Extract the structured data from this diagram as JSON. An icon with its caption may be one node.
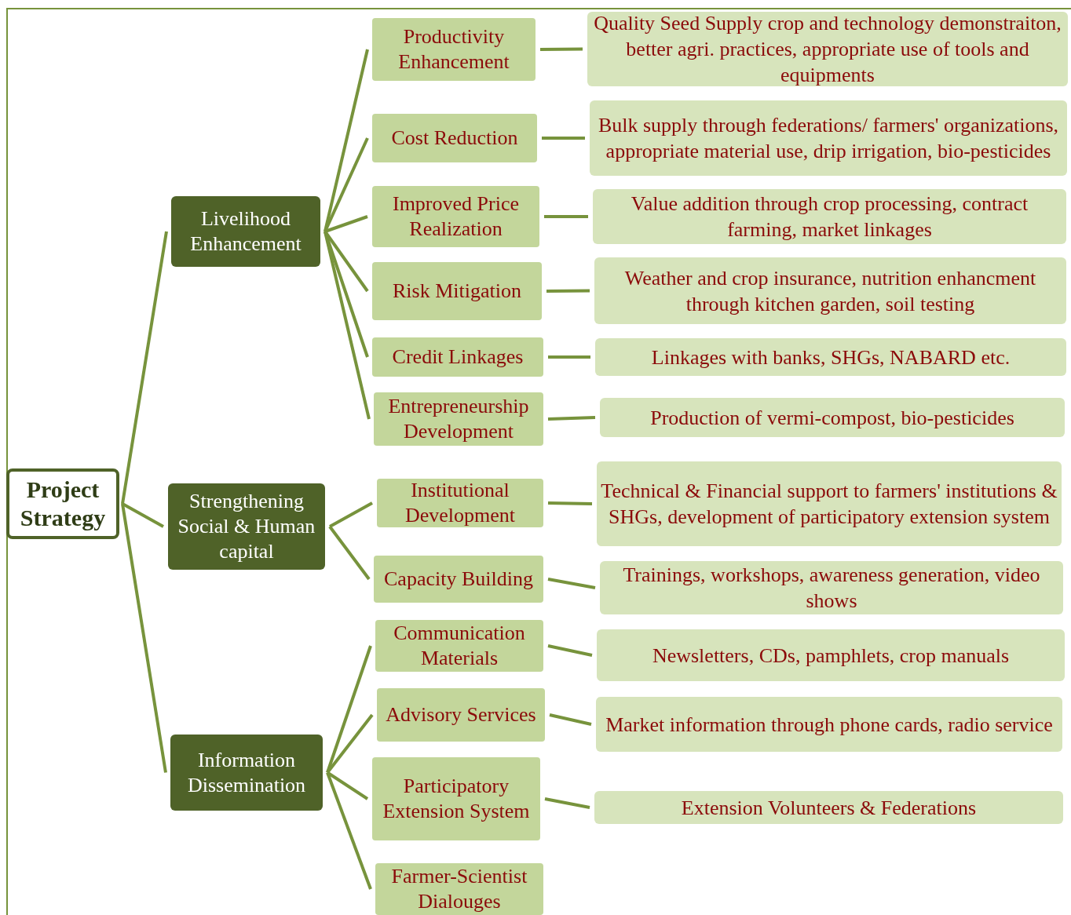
{
  "diagram": {
    "nodes": [
      {
        "text": [
          "Project Strategy"
        ]
      },
      {
        "text": [
          "Livelihood Enhancement"
        ]
      },
      {
        "text": [
          "Strengthening Social & Human capital"
        ]
      },
      {
        "text": [
          "Information Dissemination"
        ]
      },
      {
        "text": [
          "Productivity Enhancement"
        ]
      },
      {
        "text": [
          "Quality Seed Supply  crop and technology demonstraiton, better agri. practices, appropriate use of tools and equipments"
        ]
      },
      {
        "text": [
          "Cost Reduction"
        ]
      },
      {
        "text": [
          "Bulk supply through federations/ farmers' organizations, appropriate material use, drip irrigation, bio-pesticides"
        ]
      },
      {
        "text": [
          "Improved Price Realization"
        ]
      },
      {
        "text": [
          "Value addition through crop processing, contract farming, market linkages"
        ]
      },
      {
        "text": [
          "Risk Mitigation"
        ]
      },
      {
        "text": [
          "Weather and crop insurance, nutrition enhancment through kitchen garden, soil testing"
        ]
      },
      {
        "text": [
          "Credit Linkages"
        ]
      },
      {
        "text": [
          "Linkages with banks, SHGs, NABARD  etc."
        ]
      },
      {
        "text": [
          "Entrepreneurship Development"
        ]
      },
      {
        "text": [
          "Production of vermi-compost, bio-pesticides"
        ]
      },
      {
        "text": [
          "Institutional Development"
        ]
      },
      {
        "text": [
          "Technical & Financial support to farmers' institutions & SHGs, development of participatory extension system"
        ]
      },
      {
        "text": [
          "Capacity Building"
        ]
      },
      {
        "text": [
          "Trainings, workshops, awareness generation, video shows"
        ]
      },
      {
        "text": [
          "Communication Materials"
        ]
      },
      {
        "text": [
          "Newsletters, CDs, pamphlets, crop manuals"
        ]
      },
      {
        "text": [
          "Advisory Services"
        ]
      },
      {
        "text": [
          "Market information through phone cards, radio service"
        ]
      },
      {
        "text": [
          "Participatory Extension System"
        ]
      },
      {
        "text": [
          "Extension Volunteers & Federations"
        ]
      },
      {
        "text": [
          "Farmer-Scientist Dialouges"
        ]
      }
    ],
    "edges": [
      {
        "from": 0,
        "to": 1,
        "arrow": "none"
      },
      {
        "from": 0,
        "to": 2,
        "arrow": "none"
      },
      {
        "from": 0,
        "to": 3,
        "arrow": "none"
      },
      {
        "from": 1,
        "to": 4,
        "arrow": "none"
      },
      {
        "from": 1,
        "to": 6,
        "arrow": "none"
      },
      {
        "from": 1,
        "to": 8,
        "arrow": "none"
      },
      {
        "from": 1,
        "to": 10,
        "arrow": "none"
      },
      {
        "from": 1,
        "to": 12,
        "arrow": "none"
      },
      {
        "from": 1,
        "to": 14,
        "arrow": "none"
      },
      {
        "from": 2,
        "to": 16,
        "arrow": "none"
      },
      {
        "from": 2,
        "to": 18,
        "arrow": "none"
      },
      {
        "from": 3,
        "to": 20,
        "arrow": "none"
      },
      {
        "from": 3,
        "to": 22,
        "arrow": "none"
      },
      {
        "from": 3,
        "to": 24,
        "arrow": "none"
      },
      {
        "from": 3,
        "to": 26,
        "arrow": "none"
      },
      {
        "from": 4,
        "to": 5,
        "arrow": "none"
      },
      {
        "from": 6,
        "to": 7,
        "arrow": "none"
      },
      {
        "from": 8,
        "to": 9,
        "arrow": "none"
      },
      {
        "from": 10,
        "to": 11,
        "arrow": "none"
      },
      {
        "from": 12,
        "to": 13,
        "arrow": "none"
      },
      {
        "from": 14,
        "to": 15,
        "arrow": "none"
      },
      {
        "from": 16,
        "to": 17,
        "arrow": "none"
      },
      {
        "from": 18,
        "to": 19,
        "arrow": "none"
      },
      {
        "from": 20,
        "to": 21,
        "arrow": "none"
      },
      {
        "from": 22,
        "to": 23,
        "arrow": "none"
      },
      {
        "from": 24,
        "to": 25,
        "arrow": "none"
      }
    ]
  }
}
